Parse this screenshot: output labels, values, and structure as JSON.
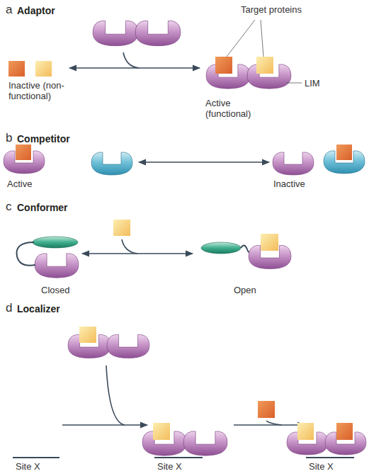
{
  "diagram": {
    "labels": [
      "a",
      "Adaptor",
      "Target proteins",
      "LIM",
      "Inactive (non-functional)",
      "Active (functional)",
      "b",
      "Competitor",
      "Active",
      "Inactive",
      "c",
      "Conformer",
      "Closed",
      "Open",
      "d",
      "Localizer",
      "Site X",
      "Site X",
      "Site X"
    ]
  }
}
